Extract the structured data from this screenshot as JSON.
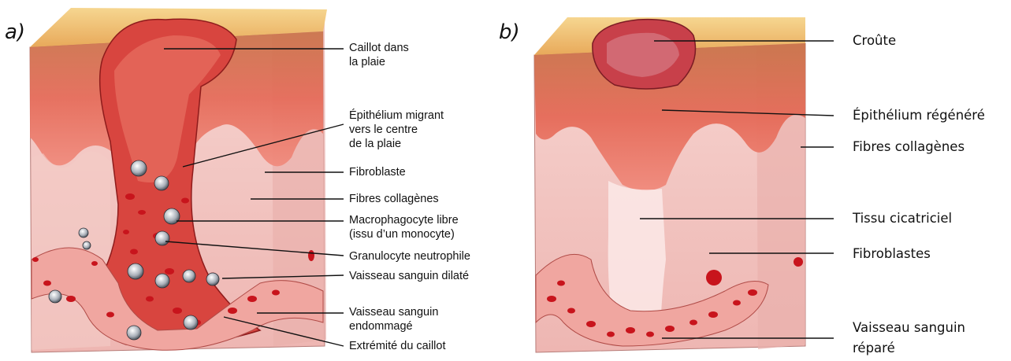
{
  "panel_a": {
    "letter": "a)",
    "labels": {
      "caillot": [
        "Caillot dans",
        "la plaie"
      ],
      "epithelium_migrant": [
        "Épithélium migrant",
        "vers le centre",
        "de la plaie"
      ],
      "fibroblaste": "Fibroblaste",
      "fibres": "Fibres collagènes",
      "macrophagocyte": [
        "Macrophagocyte libre",
        "(issu d’un monocyte)"
      ],
      "granulocyte": "Granulocyte neutrophile",
      "vaisseau_dilate": "Vaisseau sanguin dilaté",
      "vaisseau_endommage": [
        "Vaisseau sanguin",
        "endommagé"
      ],
      "extremite": "Extrémité du caillot"
    }
  },
  "panel_b": {
    "letter": "b)",
    "labels": {
      "croute": "Croûte",
      "epithelium_regenere": "Épithélium régénéré",
      "fibres": "Fibres collagènes",
      "tissu": "Tissu cicatriciel",
      "fibroblastes": "Fibroblastes",
      "vaisseau_repare": [
        "Vaisseau sanguin",
        "réparé"
      ]
    }
  },
  "colors": {
    "skin_top": "#f3c46f",
    "epidermis": "#d95a4e",
    "dermis": "#f2c3c0",
    "blood": "#c8141c",
    "clot": "#d8453f"
  }
}
